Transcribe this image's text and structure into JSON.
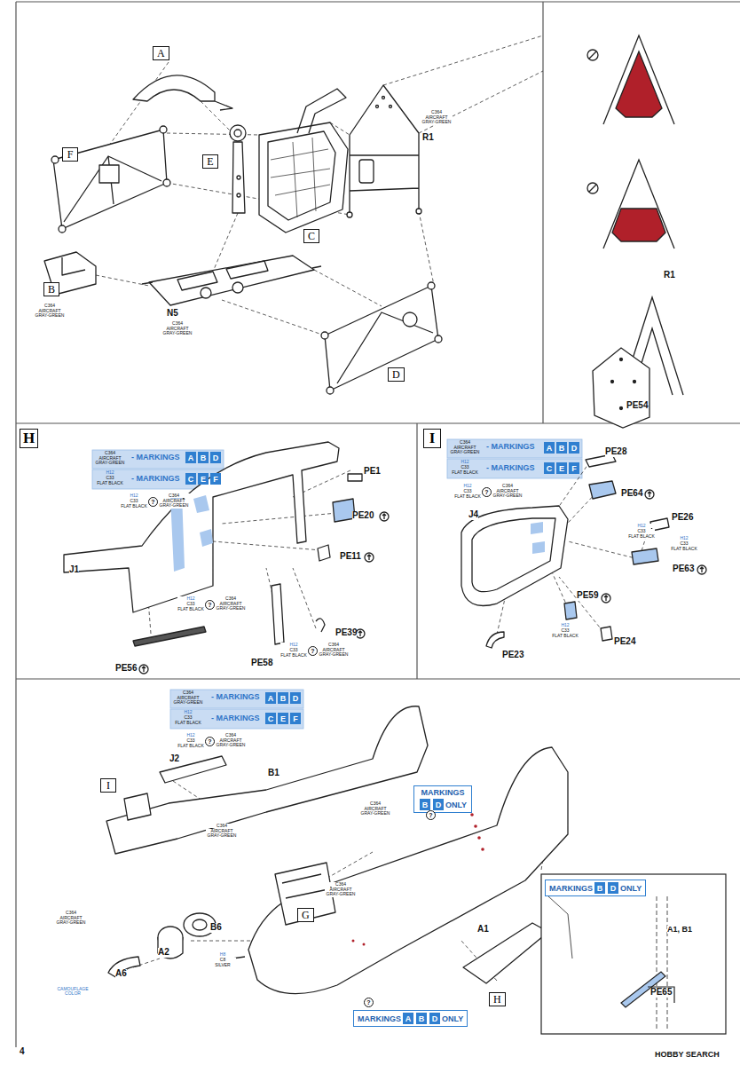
{
  "diagram": {
    "nodes": [
      {
        "text": [
          "A"
        ]
      },
      {
        "text": [
          "F"
        ]
      },
      {
        "text": [
          "E"
        ]
      },
      {
        "text": [
          "C"
        ]
      },
      {
        "text": [
          "B"
        ]
      },
      {
        "text": [
          "D"
        ]
      },
      {
        "text": [
          "H"
        ]
      },
      {
        "text": [
          "A"
        ]
      },
      {
        "text": [
          "B"
        ]
      },
      {
        "text": [
          "D"
        ]
      },
      {
        "text": [
          "C"
        ]
      },
      {
        "text": [
          "E"
        ]
      },
      {
        "text": [
          "F"
        ]
      },
      {
        "text": [
          "I"
        ]
      },
      {
        "text": [
          "A"
        ]
      },
      {
        "text": [
          "B"
        ]
      },
      {
        "text": [
          "D"
        ]
      },
      {
        "text": [
          "C"
        ]
      },
      {
        "text": [
          "E"
        ]
      },
      {
        "text": [
          "F"
        ]
      },
      {
        "text": [
          "A"
        ]
      },
      {
        "text": [
          "B"
        ]
      },
      {
        "text": [
          "D"
        ]
      },
      {
        "text": [
          "C"
        ]
      },
      {
        "text": [
          "E"
        ]
      },
      {
        "text": [
          "F"
        ]
      },
      {
        "text": [
          "I"
        ]
      },
      {
        "text": [
          "MARKINGS",
          "ONLY"
        ]
      },
      {
        "text": [
          "B"
        ],
        "in": 27
      },
      {
        "text": [
          "D"
        ],
        "in": 27
      },
      {
        "text": [
          "G"
        ]
      },
      {
        "text": [
          "H"
        ]
      },
      {
        "text": [
          "MARKINGS",
          "ONLY"
        ]
      },
      {
        "text": [
          "A"
        ],
        "in": 32
      },
      {
        "text": [
          "B"
        ],
        "in": 32
      },
      {
        "text": [
          "D"
        ],
        "in": 32
      },
      {
        "text": [
          "MARKINGS",
          "ONLY"
        ]
      },
      {
        "text": [
          "B"
        ],
        "in": 36
      },
      {
        "text": [
          "D"
        ],
        "in": 36
      }
    ],
    "labels": [
      "R1",
      "C364",
      "AIRCRAFT GRAY-GREEN",
      "C364",
      "AIRCRAFT GRAY-GREEN",
      "N5",
      "C364",
      "AIRCRAFT GRAY-GREEN",
      "R1",
      "PE54",
      "C364",
      "AIRCRAFT GRAY-GREEN",
      "- MARKINGS",
      "H12",
      "C33",
      "FLAT BLACK",
      "- MARKINGS",
      "H12",
      "C33",
      "FLAT BLACK",
      "?",
      "C364",
      "AIRCRAFT GRAY-GREEN",
      "J1",
      "PE1",
      "PE20",
      "PE11",
      "H12",
      "C33",
      "FLAT BLACK",
      "?",
      "C364",
      "AIRCRAFT GRAY-GREEN",
      "PE56",
      "PE58",
      "PE39",
      "H12",
      "C33",
      "FLAT BLACK",
      "?",
      "C364",
      "AIRCRAFT GRAY-GREEN",
      "C364",
      "AIRCRAFT GRAY-GREEN",
      "- MARKINGS",
      "H12",
      "C33",
      "FLAT BLACK",
      "- MARKINGS",
      "H12",
      "C33",
      "FLAT BLACK",
      "?",
      "C364",
      "AIRCRAFT GRAY-GREEN",
      "J4",
      "PE28",
      "PE64",
      "PE26",
      "H12",
      "C33",
      "FLAT BLACK",
      "H12",
      "C33",
      "FLAT BLACK",
      "PE63",
      "PE59",
      "H12",
      "C33",
      "FLAT BLACK",
      "PE24",
      "PE23",
      "C364",
      "AIRCRAFT GRAY-GREEN",
      "- MARKINGS",
      "H12",
      "C33",
      "FLAT BLACK",
      "- MARKINGS",
      "H12",
      "C33",
      "FLAT BLACK",
      "?",
      "C364",
      "AIRCRAFT GRAY-GREEN",
      "J2",
      "B1",
      "C364",
      "AIRCRAFT GRAY-GREEN",
      "C364",
      "AIRCRAFT GRAY-GREEN",
      "C364",
      "AIRCRAFT GRAY-GREEN",
      "C364",
      "AIRCRAFT GRAY-GREEN",
      "B6",
      "A2",
      "H8",
      "C8",
      "SILVER",
      "A6",
      "CAMOUFLAGE COLOR",
      "?",
      "A1",
      "?",
      "A1, B1",
      "PE65",
      "4",
      "HOBBY SEARCH"
    ]
  }
}
